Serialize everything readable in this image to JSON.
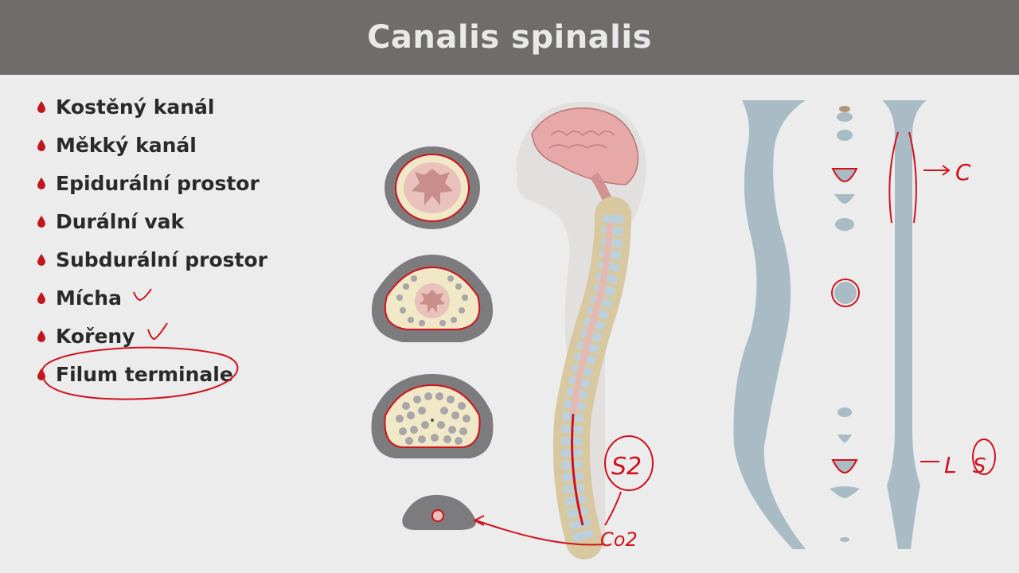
{
  "title": "Canalis spinalis",
  "items": [
    {
      "label": "Kostěný kanál"
    },
    {
      "label": "Měkký kanál"
    },
    {
      "label": "Epidurální prostor"
    },
    {
      "label": "Durální vak"
    },
    {
      "label": "Subdurální prostor"
    },
    {
      "label": "Mícha"
    },
    {
      "label": "Kořeny"
    },
    {
      "label": "Filum terminale"
    }
  ],
  "annotations": {
    "cervical": "C",
    "lumbar": "L",
    "sacral_l": "S",
    "sacral": "S2",
    "coccygeal": "Co2"
  },
  "colors": {
    "header": "#6f6d6a",
    "background": "#ececec",
    "bullet": "#c0161c",
    "ink": "#d1121b",
    "bone": "#d8c8a0",
    "cord": "#e6b8b2",
    "canal": "#a9bcc6"
  }
}
